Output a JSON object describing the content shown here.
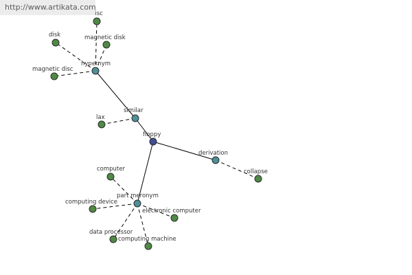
{
  "watermark": "http://www.artikata.com",
  "colors": {
    "center": "#3e4f93",
    "relation": "#4d9098",
    "leaf": "#4f8a45"
  },
  "graph": {
    "nodes": [
      {
        "id": "floppy",
        "label": "floppy",
        "kind": "center"
      },
      {
        "id": "hypernym",
        "label": "hypernym",
        "kind": "relation"
      },
      {
        "id": "similar",
        "label": "similar",
        "kind": "relation"
      },
      {
        "id": "derivation",
        "label": "derivation",
        "kind": "relation"
      },
      {
        "id": "part-meronym",
        "label": "part meronym",
        "kind": "relation"
      },
      {
        "id": "disc-top",
        "label": "disc",
        "kind": "leaf"
      },
      {
        "id": "disk",
        "label": "disk",
        "kind": "leaf"
      },
      {
        "id": "magnetic-disk",
        "label": "magnetic disk",
        "kind": "leaf"
      },
      {
        "id": "magnetic-disc",
        "label": "magnetic disc",
        "kind": "leaf"
      },
      {
        "id": "lax",
        "label": "lax",
        "kind": "leaf"
      },
      {
        "id": "collapse",
        "label": "collapse",
        "kind": "leaf"
      },
      {
        "id": "computer",
        "label": "computer",
        "kind": "leaf"
      },
      {
        "id": "computing-device",
        "label": "computing device",
        "kind": "leaf"
      },
      {
        "id": "electronic-computer",
        "label": "electronic computer",
        "kind": "leaf"
      },
      {
        "id": "data-processor",
        "label": "data processor",
        "kind": "leaf"
      },
      {
        "id": "computing-machine",
        "label": "computing machine",
        "kind": "leaf"
      }
    ],
    "edges": [
      {
        "from": "floppy",
        "to": "similar",
        "style": "solid"
      },
      {
        "from": "similar",
        "to": "hypernym",
        "style": "solid"
      },
      {
        "from": "floppy",
        "to": "derivation",
        "style": "solid"
      },
      {
        "from": "floppy",
        "to": "part-meronym",
        "style": "solid"
      },
      {
        "from": "hypernym",
        "to": "disc-top",
        "style": "dashed"
      },
      {
        "from": "hypernym",
        "to": "disk",
        "style": "dashed"
      },
      {
        "from": "hypernym",
        "to": "magnetic-disk",
        "style": "dashed"
      },
      {
        "from": "hypernym",
        "to": "magnetic-disc",
        "style": "dashed"
      },
      {
        "from": "similar",
        "to": "lax",
        "style": "dashed"
      },
      {
        "from": "derivation",
        "to": "collapse",
        "style": "dashed"
      },
      {
        "from": "part-meronym",
        "to": "computer",
        "style": "dashed"
      },
      {
        "from": "part-meronym",
        "to": "computing-device",
        "style": "dashed"
      },
      {
        "from": "part-meronym",
        "to": "electronic-computer",
        "style": "dashed"
      },
      {
        "from": "part-meronym",
        "to": "data-processor",
        "style": "dashed"
      },
      {
        "from": "part-meronym",
        "to": "computing-machine",
        "style": "dashed"
      }
    ]
  }
}
